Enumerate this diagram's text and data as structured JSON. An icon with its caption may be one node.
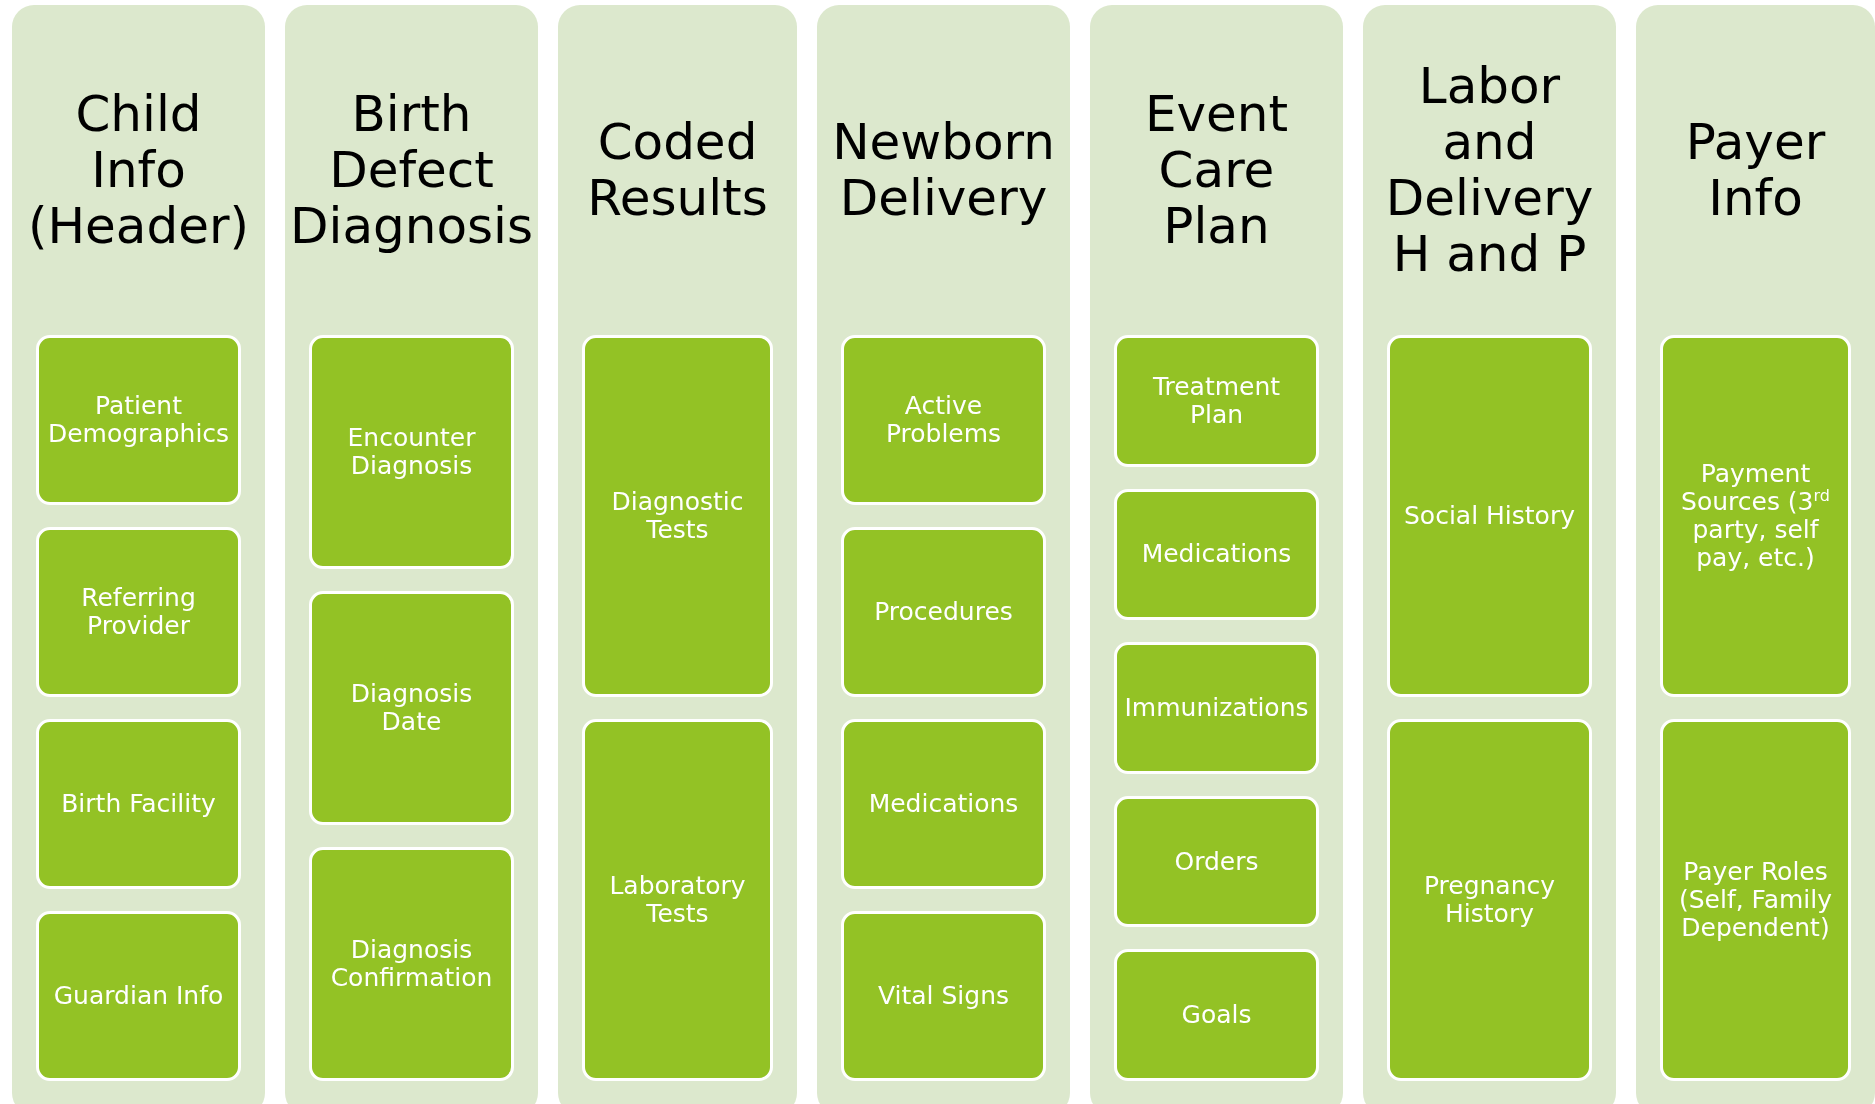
{
  "diagram": {
    "nodes": [
      {
        "text": [
          "Child Info (Header)"
        ]
      },
      {
        "text": [
          "Patient Demographics"
        ],
        "in": 0
      },
      {
        "text": [
          "Referring Provider"
        ],
        "in": 0
      },
      {
        "text": [
          "Birth Facility"
        ],
        "in": 0
      },
      {
        "text": [
          "Guardian Info"
        ],
        "in": 0
      },
      {
        "text": [
          "Birth Defect Diagnosis"
        ]
      },
      {
        "text": [
          "Encounter Diagnosis"
        ],
        "in": 5
      },
      {
        "text": [
          "Diagnosis Date"
        ],
        "in": 5
      },
      {
        "text": [
          "Diagnosis Confirmation"
        ],
        "in": 5
      },
      {
        "text": [
          "Coded Results"
        ]
      },
      {
        "text": [
          "Diagnostic Tests"
        ],
        "in": 9
      },
      {
        "text": [
          "Laboratory Tests"
        ],
        "in": 9
      },
      {
        "text": [
          "Newborn Delivery"
        ]
      },
      {
        "text": [
          "Active Problems"
        ],
        "in": 12
      },
      {
        "text": [
          "Procedures"
        ],
        "in": 12
      },
      {
        "text": [
          "Medications"
        ],
        "in": 12
      },
      {
        "text": [
          "Vital Signs"
        ],
        "in": 12
      },
      {
        "text": [
          "Event Care Plan"
        ]
      },
      {
        "text": [
          "Treatment Plan"
        ],
        "in": 17
      },
      {
        "text": [
          "Medications"
        ],
        "in": 17
      },
      {
        "text": [
          "Immunizations"
        ],
        "in": 17
      },
      {
        "text": [
          "Orders"
        ],
        "in": 17
      },
      {
        "text": [
          "Goals"
        ],
        "in": 17
      },
      {
        "text": [
          "Labor and Delivery H and P"
        ]
      },
      {
        "text": [
          "Social History"
        ],
        "in": 23
      },
      {
        "text": [
          "Pregnancy History"
        ],
        "in": 23
      },
      {
        "text": [
          "Payer Info"
        ]
      },
      {
        "text": [
          "Payment Sources (3$^{rd}$ party, self pay, etc.)"
        ],
        "in": 26
      },
      {
        "text": [
          "Payer Roles (Self, Family Dependent)"
        ],
        "in": 26
      }
    ],
    "edges": []
  }
}
